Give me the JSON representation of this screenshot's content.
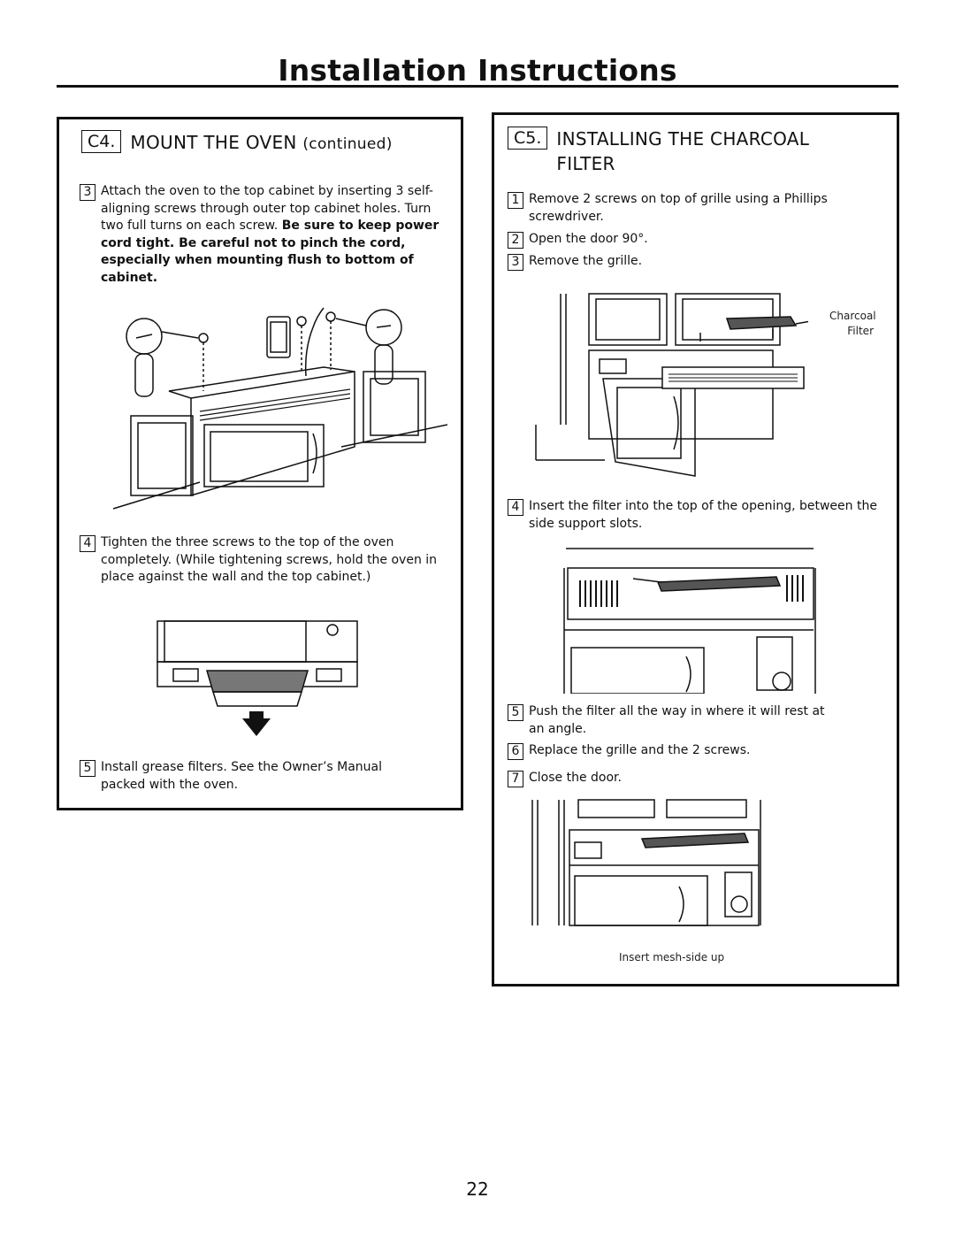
{
  "header": {
    "title": "Installation Instructions"
  },
  "left": {
    "section_num": "C4.",
    "section_title": "MOUNT THE OVEN",
    "section_suffix": "(continued)",
    "steps": [
      {
        "num": "3",
        "text": "Attach the oven to the top cabinet by inserting 3 self-aligning screws through outer top cabinet holes. Turn two full turns on each screw.",
        "bold": "Be sure to keep power cord tight. Be careful not to pinch the cord, especially when mounting flush to bottom of cabinet."
      },
      {
        "num": "4",
        "text": "Tighten the three screws to the top of the oven completely. (While tightening screws, hold the oven in place against the wall and the top cabinet.)"
      },
      {
        "num": "5",
        "text": "Install grease filters. See the Owner’s Manual packed with the oven."
      }
    ]
  },
  "right": {
    "section_num": "C5.",
    "section_title_1": "INSTALLING THE CHARCOAL",
    "section_title_2": "FILTER",
    "steps": [
      {
        "num": "1",
        "text": "Remove 2 screws on top of grille using a  Phillips screwdriver."
      },
      {
        "num": "2",
        "text": "Open the door 90°."
      },
      {
        "num": "3",
        "text": "Remove the grille."
      },
      {
        "num": "4",
        "text": "Insert the filter into the top of the opening, between the side support slots."
      },
      {
        "num": "5",
        "text": "Push the filter all the way in where it will rest at an angle."
      },
      {
        "num": "6",
        "text": "Replace the grille and the 2 screws."
      },
      {
        "num": "7",
        "text": "Close the door."
      }
    ],
    "callout_line1": "Charcoal",
    "callout_line2": "Filter",
    "caption": "Insert mesh-side up"
  },
  "footer": {
    "page_number": "22"
  }
}
